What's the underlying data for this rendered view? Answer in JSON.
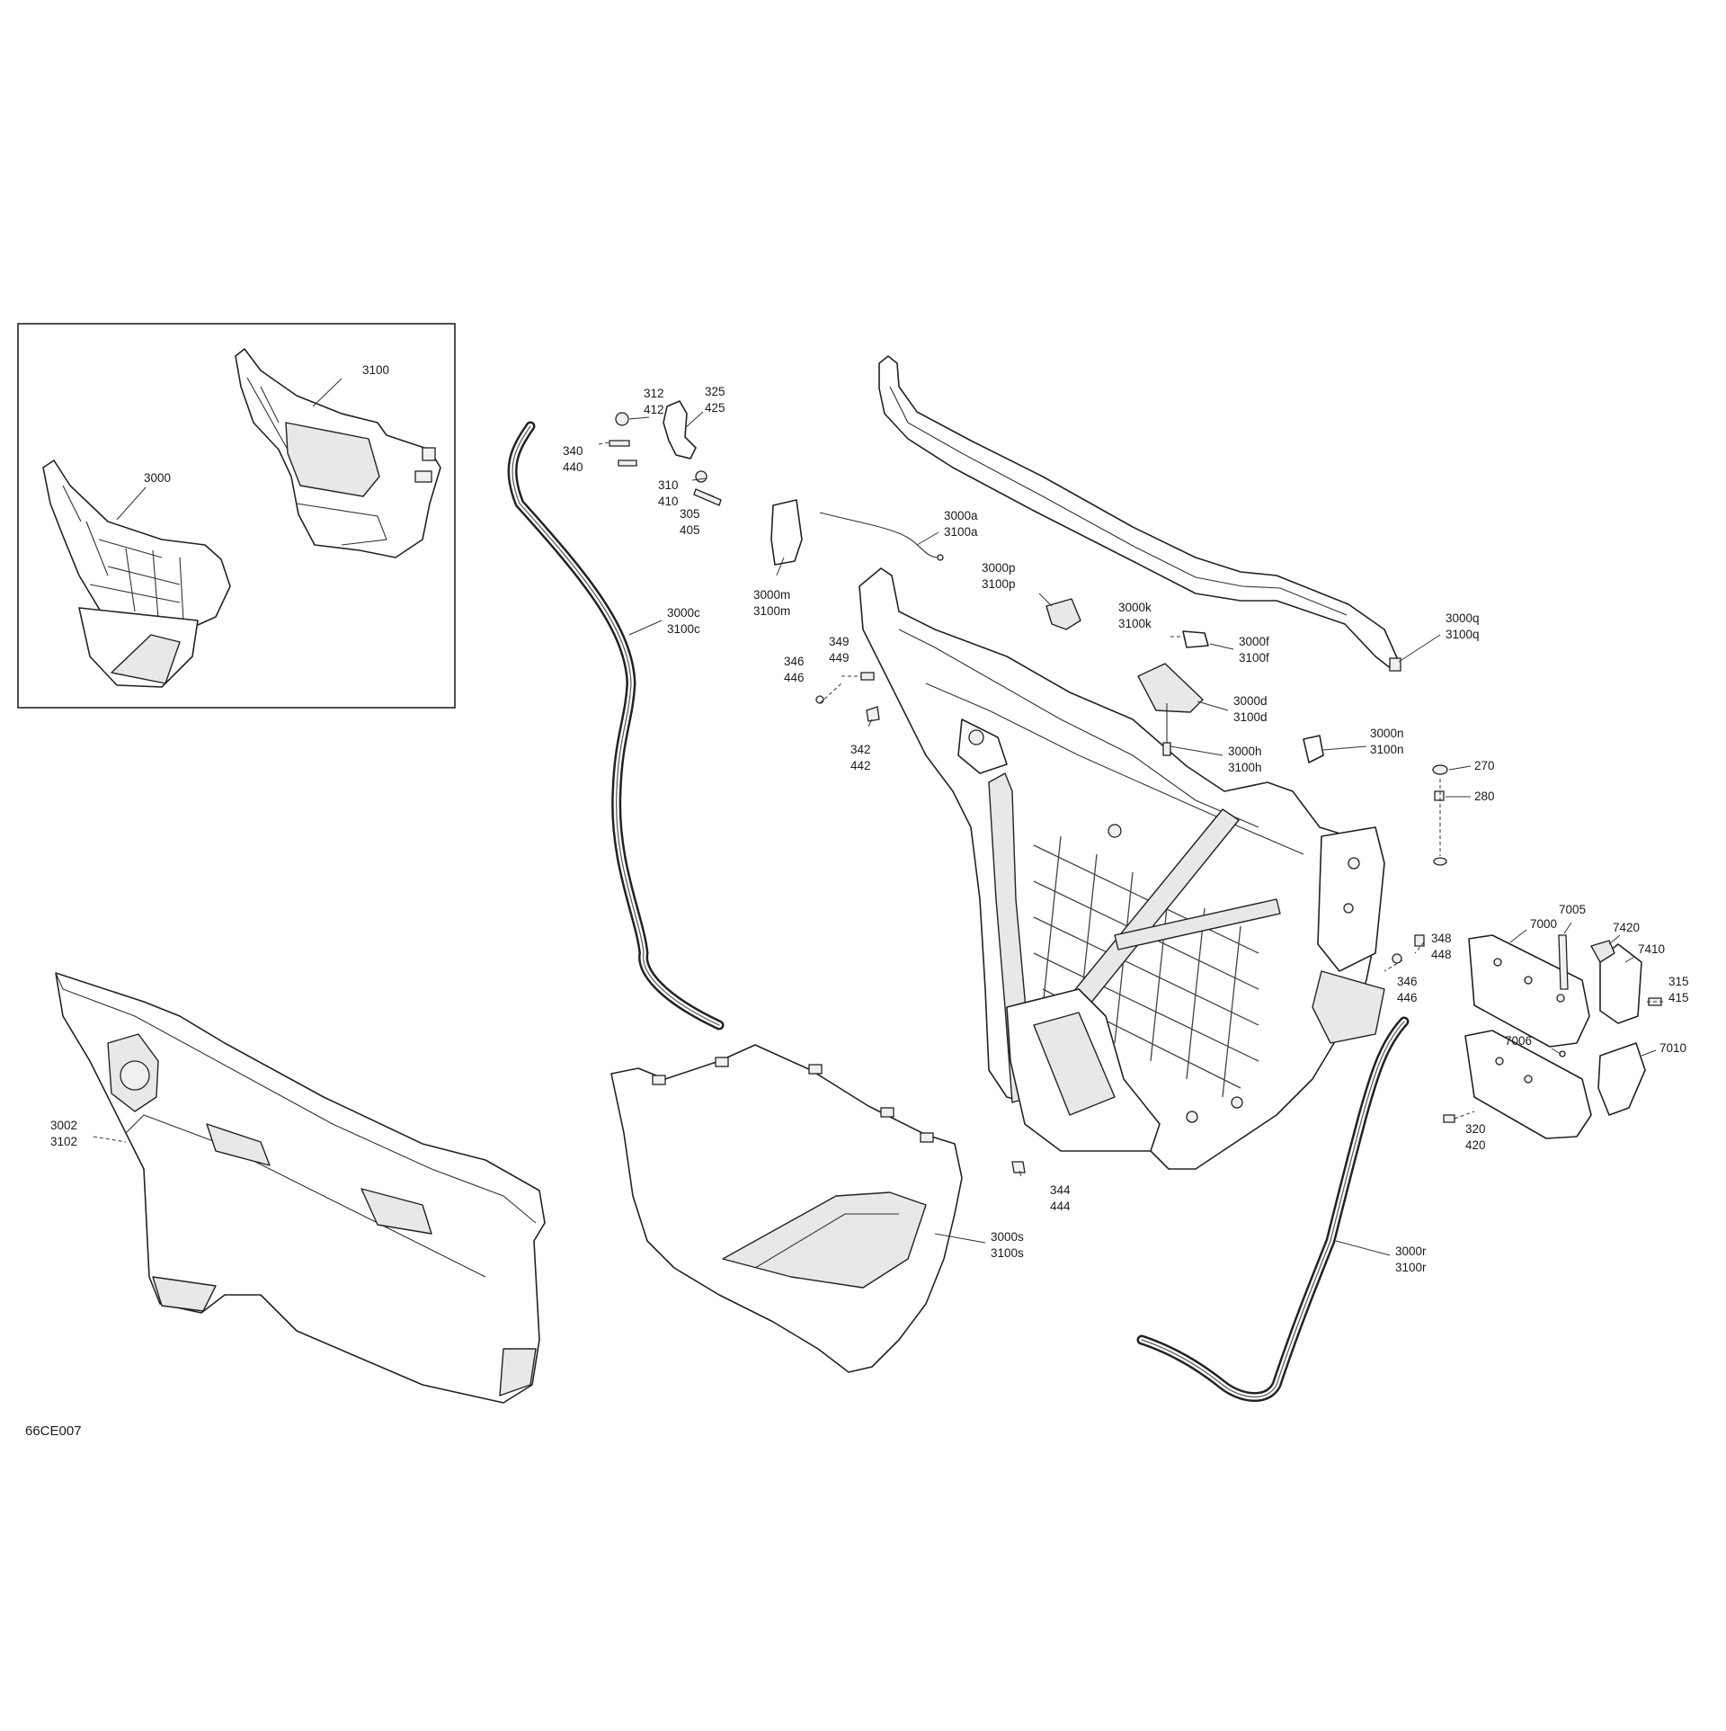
{
  "diagram_code": "66CE007",
  "inset": {
    "labels": [
      "3100",
      "3000"
    ]
  },
  "callouts": {
    "c312": [
      "312",
      "412"
    ],
    "c325": [
      "325",
      "425"
    ],
    "c340": [
      "340",
      "440"
    ],
    "c310": [
      "310",
      "410"
    ],
    "c305": [
      "305",
      "405"
    ],
    "c3000a": [
      "3000a",
      "3100a"
    ],
    "c3000m": [
      "3000m",
      "3100m"
    ],
    "c3000c": [
      "3000c",
      "3100c"
    ],
    "c3000p": [
      "3000p",
      "3100p"
    ],
    "c3000k": [
      "3000k",
      "3100k"
    ],
    "c3000f": [
      "3000f",
      "3100f"
    ],
    "c3000q": [
      "3000q",
      "3100q"
    ],
    "c349": [
      "349",
      "449"
    ],
    "c346a": [
      "346",
      "446"
    ],
    "c3000d": [
      "3000d",
      "3100d"
    ],
    "c342": [
      "342",
      "442"
    ],
    "c3000h": [
      "3000h",
      "3100h"
    ],
    "c3000n": [
      "3000n",
      "3100n"
    ],
    "c270": [
      "270"
    ],
    "c280": [
      "280"
    ],
    "c7000": [
      "7000"
    ],
    "c7005": [
      "7005"
    ],
    "c7420": [
      "7420"
    ],
    "c7410": [
      "7410"
    ],
    "c315": [
      "315",
      "415"
    ],
    "c348": [
      "348",
      "448"
    ],
    "c346b": [
      "346",
      "446"
    ],
    "c7006": [
      "7006"
    ],
    "c7010": [
      "7010"
    ],
    "c320": [
      "320",
      "420"
    ],
    "c3002": [
      "3002",
      "3102"
    ],
    "c344": [
      "344",
      "444"
    ],
    "c3000s": [
      "3000s",
      "3100s"
    ],
    "c3000r": [
      "3000r",
      "3100r"
    ]
  }
}
